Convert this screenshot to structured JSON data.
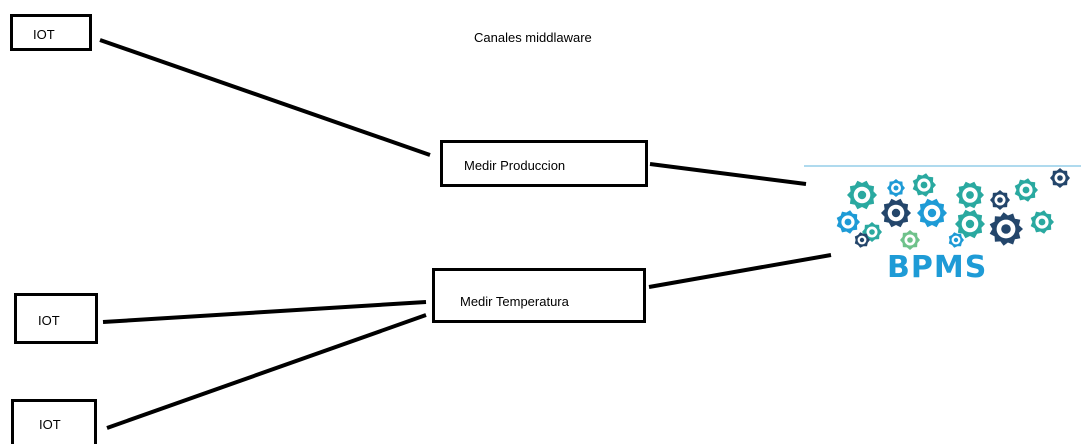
{
  "title": "Canales middlaware",
  "nodes": {
    "iot_top": "IOT",
    "iot_mid": "IOT",
    "iot_bot": "IOT",
    "medir_produccion": "Medir Produccion",
    "medir_temperatura": "Medir Temperatura"
  },
  "bpms": {
    "label": "BPMS",
    "icon": "gears-icon-cluster",
    "colors": {
      "teal": "#2aa9a0",
      "blue": "#1e9bd6",
      "navy": "#24466b",
      "green": "#6fc28b",
      "rule": "#5fb4dd"
    }
  },
  "connections": [
    [
      "iot_top",
      "medir_produccion"
    ],
    [
      "medir_produccion",
      "bpms"
    ],
    [
      "iot_mid",
      "medir_temperatura"
    ],
    [
      "iot_bot",
      "medir_temperatura"
    ],
    [
      "medir_temperatura",
      "bpms"
    ]
  ]
}
